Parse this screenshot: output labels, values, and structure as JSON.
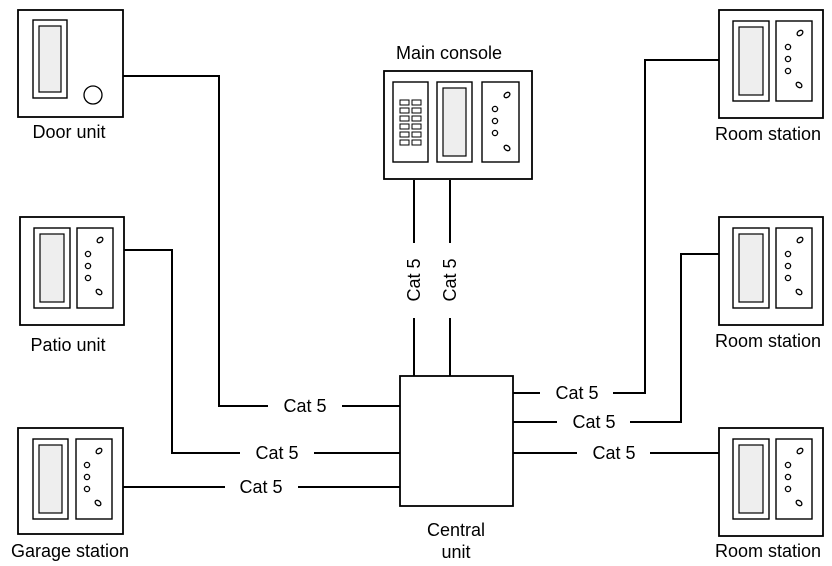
{
  "devices": {
    "door_unit": "Door unit",
    "patio_unit": "Patio unit",
    "garage_station": "Garage station",
    "main_console": "Main console",
    "room_station_1": "Room station",
    "room_station_2": "Room station",
    "room_station_3": "Room station",
    "central_unit_line1": "Central",
    "central_unit_line2": "unit"
  },
  "cables": {
    "console_left": "Cat 5",
    "console_right": "Cat 5",
    "door": "Cat 5",
    "patio": "Cat 5",
    "garage": "Cat 5",
    "room1": "Cat 5",
    "room2": "Cat 5",
    "room3": "Cat 5"
  },
  "colors": {
    "line": "#000000",
    "background": "#ffffff"
  }
}
